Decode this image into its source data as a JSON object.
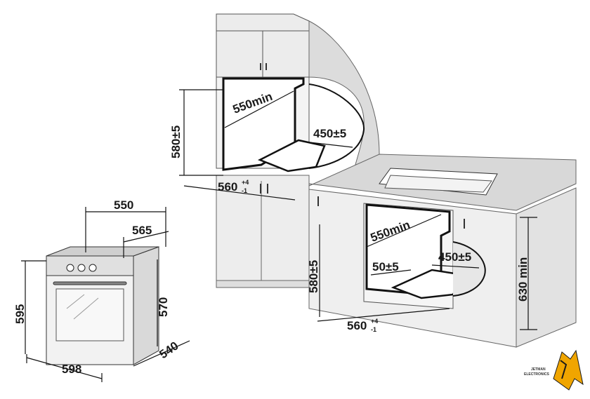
{
  "oven": {
    "width": "598",
    "height": "595",
    "depth_total": "565",
    "depth_body": "550",
    "side_height": "570",
    "side_depth": "540"
  },
  "upper_niche": {
    "width_min": "550min",
    "cutout": "450±5",
    "height": "580±5",
    "depth_base": "560",
    "depth_tol_upper": "+4",
    "depth_tol_lower": "-1"
  },
  "lower_niche": {
    "width_min": "550min",
    "cutout": "450±5",
    "offset": "50±5",
    "height": "580±5",
    "cabinet_height": "630 min",
    "depth_base": "560",
    "depth_tol_upper": "+4",
    "depth_tol_lower": "-1"
  },
  "logo": {
    "line1": "JETMAN",
    "line2": "ELECTRONICS",
    "colors": {
      "primary": "#f0a500",
      "secondary": "#1a1a1a"
    }
  }
}
